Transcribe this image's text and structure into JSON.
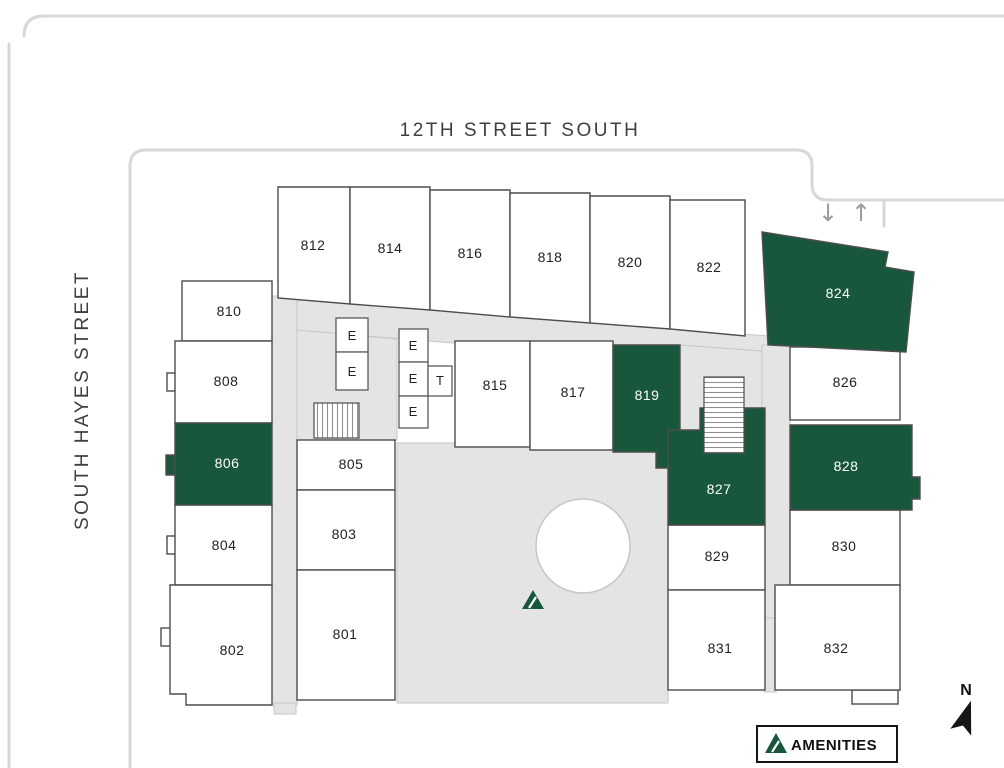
{
  "map": {
    "streets": {
      "top": "12TH STREET SOUTH",
      "left": "SOUTH HAYES STREET"
    },
    "entrance": {
      "in_arrow": "↓",
      "out_arrow": "↑"
    },
    "units": [
      {
        "label": "812",
        "amenity": false
      },
      {
        "label": "814",
        "amenity": false
      },
      {
        "label": "816",
        "amenity": false
      },
      {
        "label": "818",
        "amenity": false
      },
      {
        "label": "820",
        "amenity": false
      },
      {
        "label": "822",
        "amenity": false
      },
      {
        "label": "824",
        "amenity": true
      },
      {
        "label": "810",
        "amenity": false
      },
      {
        "label": "808",
        "amenity": false
      },
      {
        "label": "806",
        "amenity": true
      },
      {
        "label": "804",
        "amenity": false
      },
      {
        "label": "802",
        "amenity": false
      },
      {
        "label": "805",
        "amenity": false
      },
      {
        "label": "803",
        "amenity": false
      },
      {
        "label": "801",
        "amenity": false
      },
      {
        "label": "815",
        "amenity": false
      },
      {
        "label": "817",
        "amenity": false
      },
      {
        "label": "819",
        "amenity": true
      },
      {
        "label": "826",
        "amenity": false
      },
      {
        "label": "828",
        "amenity": true
      },
      {
        "label": "830",
        "amenity": false
      },
      {
        "label": "832",
        "amenity": false
      },
      {
        "label": "827",
        "amenity": true
      },
      {
        "label": "829",
        "amenity": false
      },
      {
        "label": "831",
        "amenity": false
      }
    ],
    "elevator_label": "E",
    "telecom_label": "T",
    "legend": {
      "label": "AMENITIES"
    },
    "compass": {
      "label": "N"
    },
    "colors": {
      "amenity_green": "#18573c",
      "corridor_gray": "#e4e4e4",
      "wall_gray": "#4d4d4d",
      "street_line_gray": "#d7d7d7"
    }
  }
}
